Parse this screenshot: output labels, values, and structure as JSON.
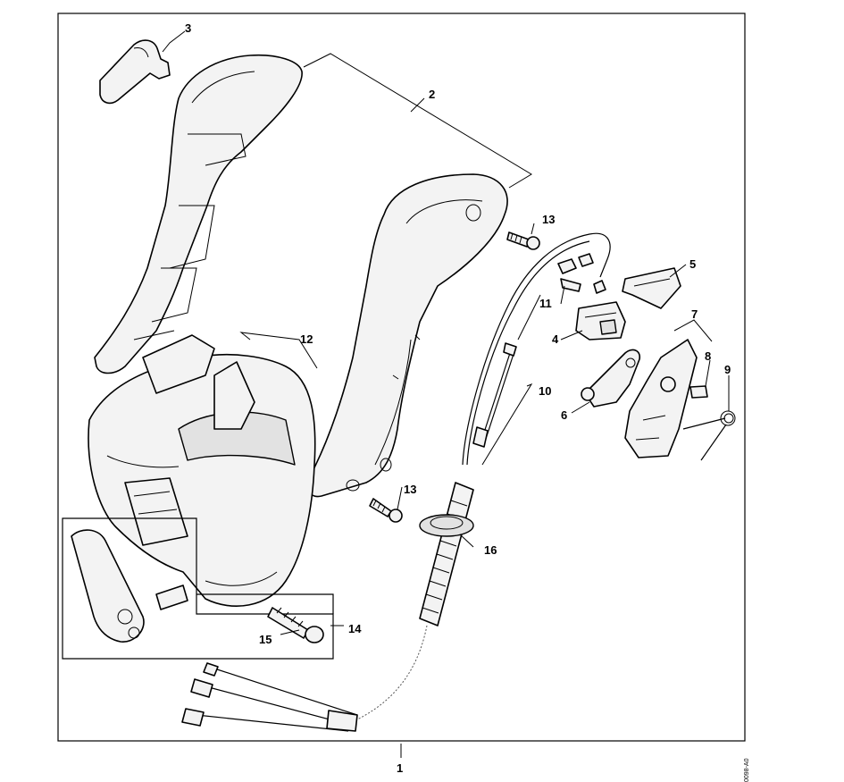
{
  "diagram": {
    "callouts": {
      "c1": "1",
      "c2": "2",
      "c3": "3",
      "c4": "4",
      "c5": "5",
      "c6": "6",
      "c7": "7",
      "c8": "8",
      "c9": "9",
      "c10": "10",
      "c11": "11",
      "c12": "12",
      "c13a": "13",
      "c13b": "13",
      "c14": "14",
      "c15": "15",
      "c16": "16"
    },
    "drawing_code": "0098-A0"
  }
}
